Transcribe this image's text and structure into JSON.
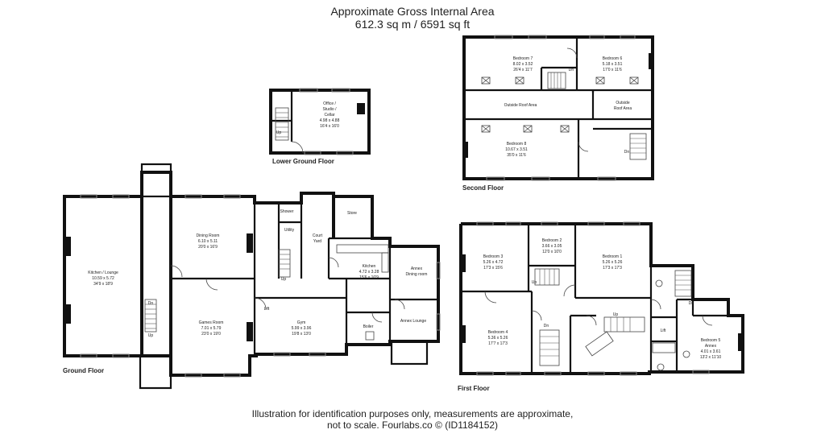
{
  "header": {
    "title": "Approximate Gross Internal Area",
    "area": "612.3 sq m / 6591 sq ft"
  },
  "footer": {
    "line1": "Illustration for identification purposes only, measurements are approximate,",
    "line2": "not to scale. Fourlabs.co © (ID1184152)"
  },
  "floors": {
    "lower_ground": "Lower Ground Floor",
    "ground": "Ground Floor",
    "first": "First Floor",
    "second": "Second Floor"
  },
  "rooms": {
    "office": [
      "Office /",
      "Studio /",
      "Cellar",
      "4.98 x 4.88",
      "16'4 x 16'0"
    ],
    "kitchen_lounge": [
      "Kitchen / Lounge",
      "10.59 x 5.72",
      "34'9 x 18'9"
    ],
    "dining_room": [
      "Dining Room",
      "6.10 x 5.11",
      "20'0 x 16'9"
    ],
    "games_room": [
      "Games Room",
      "7.01 x 5.79",
      "23'0 x 19'0"
    ],
    "shower": [
      "Shower"
    ],
    "utility": [
      "Utility"
    ],
    "court_yard": [
      "Court",
      "Yard"
    ],
    "store": [
      "Store"
    ],
    "kitchen": [
      "Kitchen",
      "4.72 x 3.28",
      "15'6 x 10'9"
    ],
    "annex_dining": [
      "Annex",
      "Dining room"
    ],
    "gym": [
      "Gym",
      "5.99 x 3.96",
      "19'8 x 13'0"
    ],
    "boiler": [
      "Boiler"
    ],
    "annex_lounge": [
      "Annex Lounge"
    ],
    "bedroom7": [
      "Bedroom 7",
      "8.02 x 3.52",
      "26'4 x 11'7"
    ],
    "bedroom6": [
      "Bedroom 6",
      "5.18 x 3.51",
      "17'0 x 11'6"
    ],
    "outside_roof_1": [
      "Outside Roof Area"
    ],
    "outside_roof_2": [
      "Outside",
      "Roof Area"
    ],
    "bedroom8": [
      "Bedroom 8",
      "10.67 x 3.51",
      "35'0 x 11'6"
    ],
    "bedroom3": [
      "Bedroom 3",
      "5.26 x 4.72",
      "17'3 x 15'6"
    ],
    "bedroom2": [
      "Bedroom 2",
      "3.66 x 3.05",
      "12'0 x 10'0"
    ],
    "bedroom1": [
      "Bedroom 1",
      "5.26 x 5.26",
      "17'3 x 17'3"
    ],
    "bedroom4": [
      "Bedroom 4",
      "5.36 x 5.26",
      "17'7 x 17'3"
    ],
    "bedroom5": [
      "Bedroom 5",
      "Annex",
      "4.01 x 3.61",
      "13'2 x 11'10"
    ]
  },
  "marks": {
    "up": "Up",
    "dn": "Dn",
    "lift": "Lift"
  }
}
